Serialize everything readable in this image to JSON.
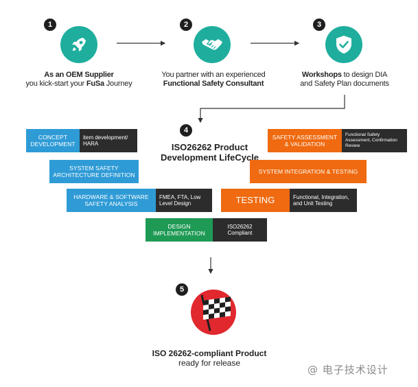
{
  "steps": [
    {
      "number": "1",
      "line1_bold": "As an OEM Supplier",
      "line2_pre": "you kick-start your ",
      "line2_bold": "FuSa",
      "line2_post": " Journey",
      "icon": "rocket-icon"
    },
    {
      "number": "2",
      "line1": "You partner with an experienced",
      "line2_bold": "Functional Safety Consultant",
      "icon": "handshake-icon"
    },
    {
      "number": "3",
      "line1_bold": "Workshops",
      "line1_post": " to design DIA",
      "line2": "and Safety Plan documents",
      "icon": "shield-check-icon"
    },
    {
      "number": "4"
    },
    {
      "number": "5"
    }
  ],
  "lifecycle": {
    "title_line1": "ISO26262 Product",
    "title_line2": "Development LifeCycle"
  },
  "left_boxes": [
    {
      "label": "CONCEPT DEVELOPMENT",
      "desc": "item development/ HARA"
    },
    {
      "label": "SYSTEM SAFETY ARCHITECTURE DEFINITION",
      "desc": ""
    },
    {
      "label": "HARDWARE & SOFTWARE SAFETY ANALYSIS",
      "desc": "FMEA, FTA, Low Level Design"
    }
  ],
  "bottom_box": {
    "label": "DESIGN IMPLEMENTATION",
    "desc": "ISO26262 Compliant"
  },
  "right_boxes": [
    {
      "label": "SAFETY ASSESSMENT & VALIDATION",
      "desc": "Functional Safety Assessment, Confirmation Review"
    },
    {
      "label": "SYSTEM INTEGRATION & TESTING",
      "desc": ""
    },
    {
      "label": "TESTING",
      "desc": "Functional, Integration, and Unit Testing"
    }
  ],
  "final": {
    "line1": "ISO 26262-compliant Product",
    "line2": "ready for release",
    "icon": "checkered-flag-icon"
  },
  "watermark": "@ 电子技术设计",
  "colors": {
    "teal": "#1fae9e",
    "blue": "#2f9bd6",
    "orange": "#ef6a10",
    "green": "#1f9a55",
    "dark": "#2c2c2c",
    "flag_red": "#e0282e"
  }
}
